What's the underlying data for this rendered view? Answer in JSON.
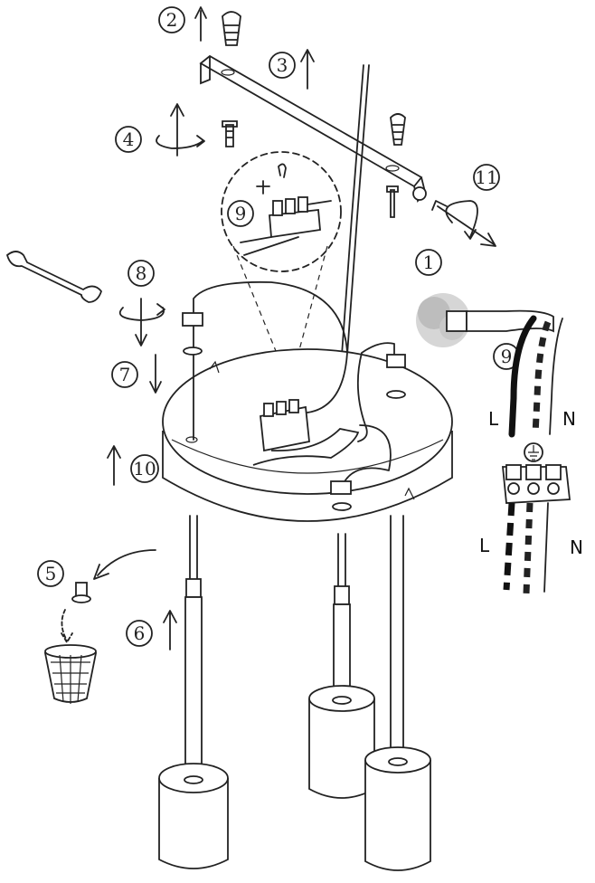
{
  "steps": {
    "s1": "1",
    "s2": "2",
    "s3": "3",
    "s4": "4",
    "s5": "5",
    "s6": "6",
    "s7": "7",
    "s8": "8",
    "s9a": "9",
    "s9b": "9",
    "s10": "10",
    "s11": "11"
  },
  "wires": {
    "live_top": "L",
    "neutral_top": "N",
    "live_bottom": "L",
    "neutral_bottom": "N"
  },
  "icons": [
    "wall-plug-icon",
    "mounting-bracket-icon",
    "screw-icon",
    "rotate-arrow-icon",
    "up-arrow-icon",
    "down-arrow-icon",
    "wrench-icon",
    "terminal-block-icon",
    "earth-ground-icon",
    "trash-bin-icon",
    "pendant-shade-icon",
    "canopy-icon"
  ],
  "colors": {
    "line": "#222222",
    "background": "#ffffff"
  }
}
